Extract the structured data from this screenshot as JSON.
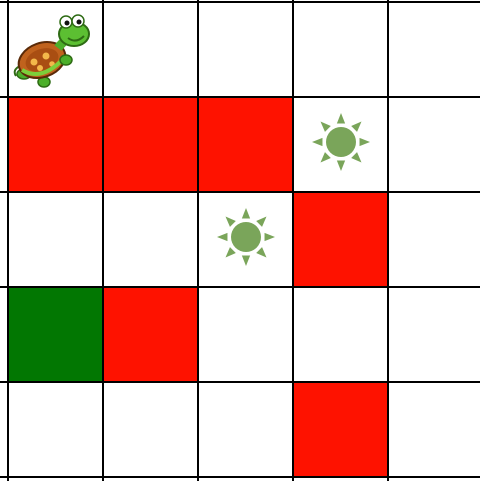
{
  "colors": {
    "empty": "#ffffff",
    "red": "#fe1200",
    "green": "#027702",
    "sun": "#7aa55a",
    "grid_line": "#000000"
  },
  "grid": {
    "rows": 5,
    "cols": 5,
    "cells": [
      [
        "empty",
        "empty",
        "empty",
        "empty",
        "empty"
      ],
      [
        "red",
        "red",
        "red",
        "empty",
        "empty"
      ],
      [
        "empty",
        "empty",
        "empty",
        "red",
        "empty"
      ],
      [
        "green",
        "red",
        "empty",
        "empty",
        "empty"
      ],
      [
        "empty",
        "empty",
        "empty",
        "red",
        "empty"
      ]
    ],
    "items": [
      {
        "row": 0,
        "col": 0,
        "icon": "turtle-icon"
      },
      {
        "row": 1,
        "col": 3,
        "icon": "sun-icon"
      },
      {
        "row": 2,
        "col": 2,
        "icon": "sun-icon"
      }
    ]
  }
}
